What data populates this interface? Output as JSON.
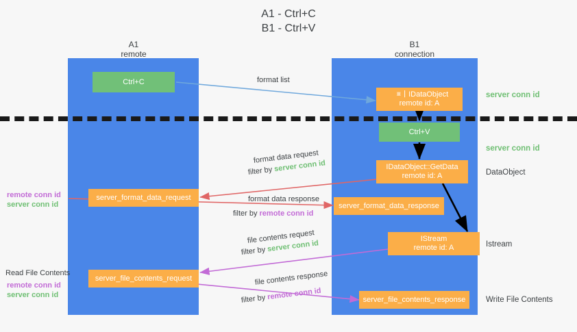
{
  "title": "A1 - Ctrl+C\nB1 - Ctrl+V",
  "columns": [
    {
      "name": "A1",
      "sub": "remote"
    },
    {
      "name": "B1",
      "sub": "connection"
    }
  ],
  "colors": {
    "lane": "#4a86e8",
    "green_box": "#71c078",
    "orange_box": "#fbae48",
    "green_text": "#6fbf73",
    "magenta_text": "#c26bd6",
    "arrow_blue": "#6fa8dc",
    "arrow_red": "#e06666",
    "arrow_magenta": "#c26bd6",
    "arrow_black": "#000000",
    "divider": "#1a1a1a",
    "background": "#f7f7f7"
  },
  "boxes": {
    "ctrl_c": {
      "line1": "Ctrl+C",
      "line2": ""
    },
    "ctrl_v": {
      "line1": "Ctrl+V",
      "line2": ""
    },
    "idataobject_set": {
      "line1": "␧丨IDataObject",
      "line2": "remote id: A"
    },
    "idataobject_getdata": {
      "line1": "IDataObject::GetData",
      "line2": "remote id: A"
    },
    "istream": {
      "line1": "IStream",
      "line2": "remote id: A"
    },
    "server_format_data_request": {
      "line1": "server_format_data_request",
      "line2": ""
    },
    "server_format_data_response": {
      "line1": "server_format_data_response",
      "line2": ""
    },
    "server_file_contents_request": {
      "line1": "server_file_contents_request",
      "line2": ""
    },
    "server_file_contents_response": {
      "line1": "server_file_contents_response",
      "line2": ""
    }
  },
  "edge_labels": {
    "format_list": "format list",
    "format_data_request": "format data request",
    "format_data_request_filter_prefix": "filter by ",
    "format_data_request_filter_key": "server conn id",
    "format_data_response": "format data response",
    "format_data_response_filter_prefix": "filter by ",
    "format_data_response_filter_key": "remote conn id",
    "file_contents_request": "file contents request",
    "file_contents_request_filter_prefix": "filter by ",
    "file_contents_request_filter_key": "server conn id",
    "file_contents_response": "file contents response",
    "file_contents_response_filter_prefix": "filter by ",
    "file_contents_response_filter_key": "remote conn id"
  },
  "right_annotations": [
    {
      "text": "server conn id",
      "kind": "green"
    },
    {
      "text": "server conn id",
      "kind": "green"
    },
    {
      "text": "DataObject",
      "kind": "plain"
    },
    {
      "text": "Istream",
      "kind": "plain"
    },
    {
      "text": "Write File Contents",
      "kind": "plain"
    }
  ],
  "left_annotations": {
    "group1_line1": "remote conn id",
    "group1_line2": "server conn id",
    "read_file_contents": "Read File Contents",
    "group2_line1": "remote conn id",
    "group2_line2": "server conn id"
  }
}
